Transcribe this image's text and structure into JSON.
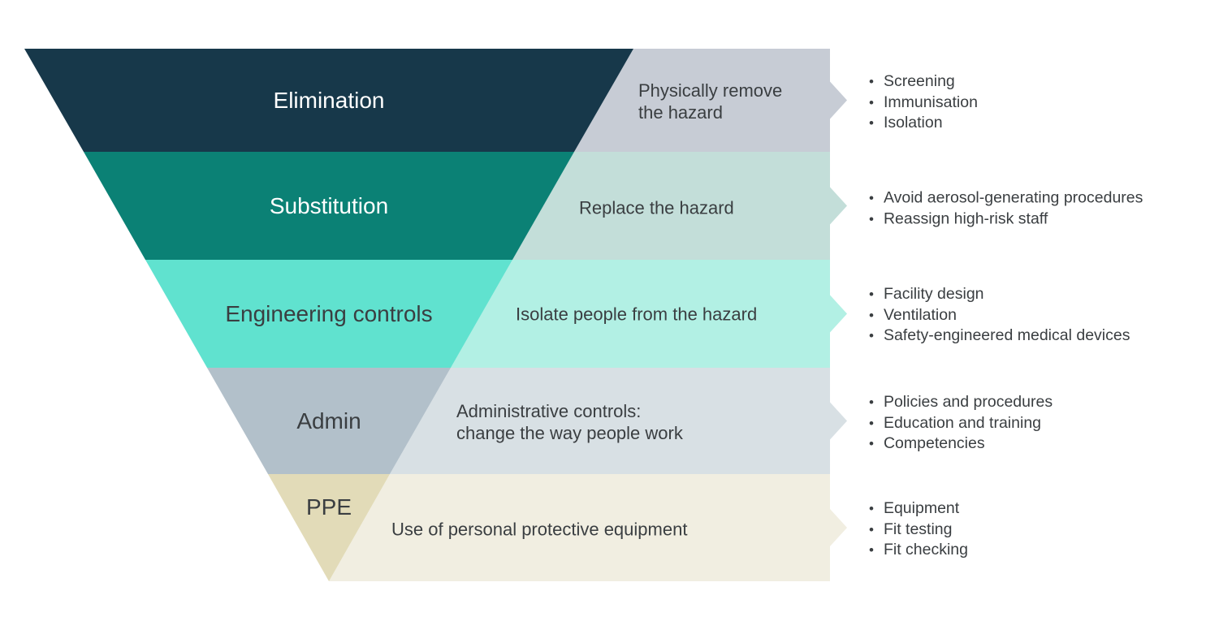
{
  "palette": {
    "background": "#ffffff",
    "text_dark": "#3a3e41",
    "text_light": "#ffffff"
  },
  "levels": [
    {
      "label": "Elimination",
      "description": "Physically remove\nthe hazard",
      "examples": [
        "Screening",
        "Immunisation",
        "Isolation"
      ],
      "funnel_color": "#17384a",
      "band_color": "#c7ccd5"
    },
    {
      "label": "Substitution",
      "description": "Replace the hazard",
      "examples": [
        "Avoid aerosol-generating procedures",
        "Reassign high-risk staff"
      ],
      "funnel_color": "#0b8175",
      "band_color": "#c3ded9"
    },
    {
      "label": "Engineering controls",
      "description": "Isolate people from the hazard",
      "examples": [
        "Facility design",
        "Ventilation",
        "Safety-engineered medical devices"
      ],
      "funnel_color": "#60e2cf",
      "band_color": "#b2f0e4"
    },
    {
      "label": "Admin",
      "description": "Administrative controls:\nchange the way people work",
      "examples": [
        "Policies and procedures",
        "Education and training",
        "Competencies"
      ],
      "funnel_color": "#b2c0ca",
      "band_color": "#d8e0e4"
    },
    {
      "label": "PPE",
      "description": "Use of personal protective equipment",
      "examples": [
        "Equipment",
        "Fit testing",
        "Fit checking"
      ],
      "funnel_color": "#e2dbb8",
      "band_color": "#f1eee1"
    }
  ]
}
